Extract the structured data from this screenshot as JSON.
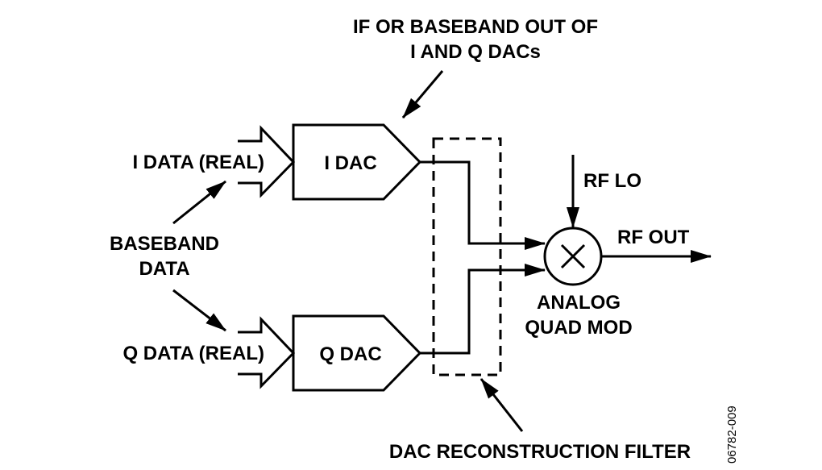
{
  "labels": {
    "if_out_line1": "IF OR BASEBAND OUT OF",
    "if_out_line2": "I AND Q DACs",
    "i_data": "I DATA (REAL)",
    "q_data": "Q DATA (REAL)",
    "baseband_line1": "BASEBAND",
    "baseband_line2": "DATA",
    "i_dac": "I DAC",
    "q_dac": "Q DAC",
    "rf_lo": "RF LO",
    "rf_out": "RF OUT",
    "mod_line1": "ANALOG",
    "mod_line2": "QUAD MOD",
    "filter": "DAC RECONSTRUCTION FILTER",
    "figure_id": "06782-009"
  },
  "colors": {
    "stroke": "#000000",
    "background": "#ffffff"
  }
}
